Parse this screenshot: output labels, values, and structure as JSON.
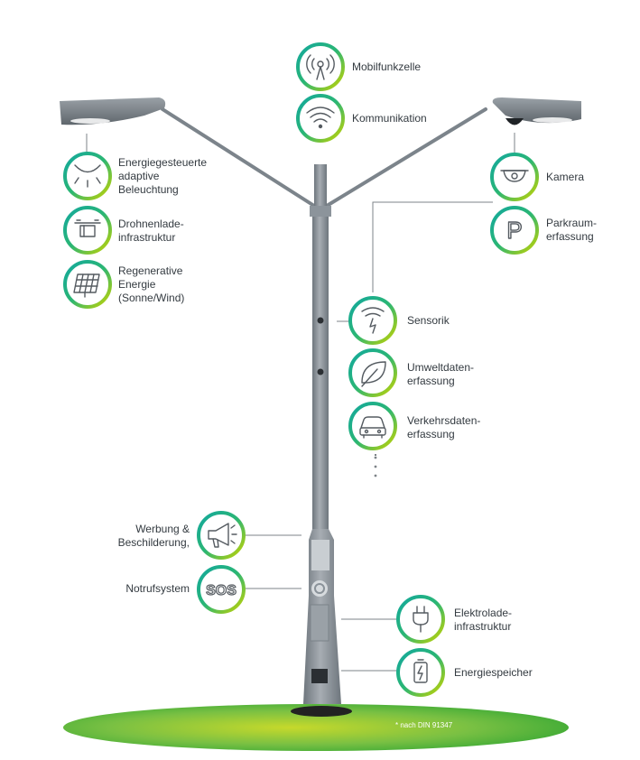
{
  "features": {
    "mobilfunk": "Mobilfunkzelle",
    "kommunikation": "Kommunikation",
    "beleuchtung": "Energiegesteuerte\nadaptive\nBeleuchtung",
    "drohnen": "Drohnenlade-\ninfrastruktur",
    "regenerativ": "Regenerative\nEnergie\n(Sonne/Wind)",
    "kamera": "Kamera",
    "parkraum": "Parkraum-\nerfassung",
    "sensorik": "Sensorik",
    "umwelt": "Umweltdaten-\nerfassung",
    "verkehr": "Verkehrsdaten-\nerfassung",
    "werbung": "Werbung &\nBeschilderung,",
    "notruf": "Notrufsystem",
    "sos_text": "SOS",
    "parking_letter": "P",
    "elektrolade": "Elektrolade-\ninfrastruktur",
    "energiespeicher": "Energiespeicher"
  },
  "footnote": "* nach DIN 91347",
  "colors": {
    "ring_green": "#2bb673",
    "ring_yellow": "#c8d400",
    "icon_stroke": "#555b61",
    "pole": "#8a9299",
    "ground_green": "#4cb848"
  }
}
